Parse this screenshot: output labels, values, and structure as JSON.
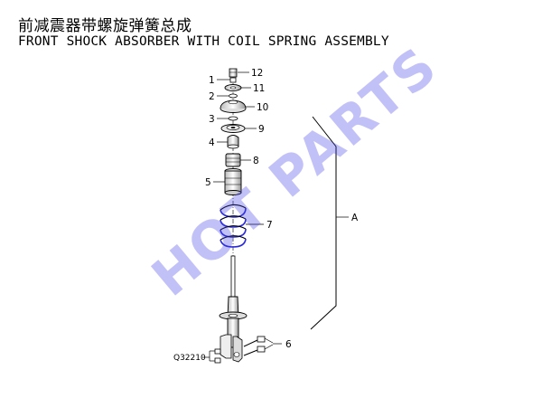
{
  "title_cn": "前减震器带螺旋弹簧总成",
  "title_en": "FRONT SHOCK ABSORBER WITH COIL SPRING ASSEMBLY",
  "callouts": {
    "n1": "1",
    "n2": "2",
    "n3": "3",
    "n4": "4",
    "n5": "5",
    "n6": "6",
    "n7": "7",
    "n8": "8",
    "n9": "9",
    "n10": "10",
    "n11": "11",
    "n12": "12",
    "a": "A"
  },
  "part_code": "Q32210",
  "watermark": "HOT PARTS",
  "colors": {
    "line": "#000000",
    "spring_highlight": "#2a2ad8",
    "watermark": "#3d3de8"
  }
}
